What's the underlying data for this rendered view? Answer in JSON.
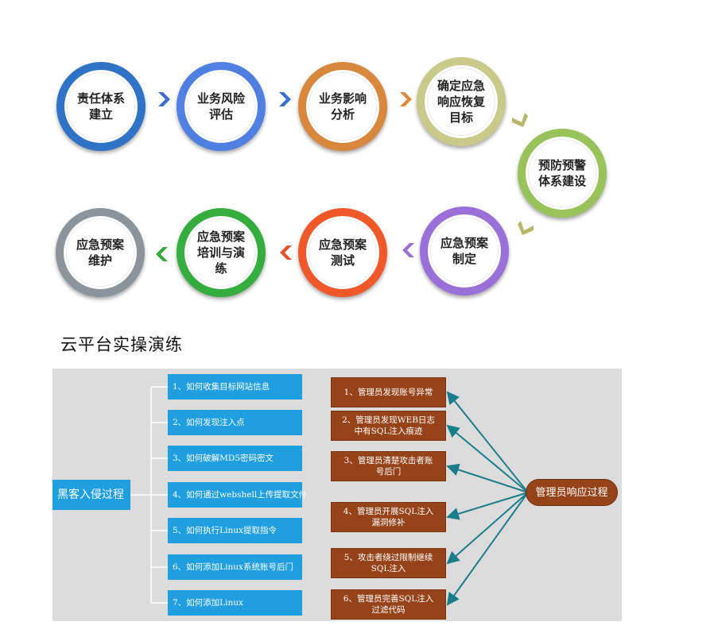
{
  "flow": {
    "steps": [
      {
        "label": "责任体系\n建立",
        "color": "#2f73c6"
      },
      {
        "label": "业务风险\n评估",
        "color": "#4f7fe0"
      },
      {
        "label": "业务影响\n分析",
        "color": "#d8883c"
      },
      {
        "label": "确定应急\n响应恢复\n目标",
        "color": "#c9c98a"
      },
      {
        "label": "预防预警\n体系建设",
        "color": "#98c25a"
      },
      {
        "label": "应急预案\n制定",
        "color": "#9b6fd8"
      },
      {
        "label": "应急预案\n测试",
        "color": "#f0582a"
      },
      {
        "label": "应急预案\n培训与演\n练",
        "color": "#35ad3e"
      },
      {
        "label": "应急预案\n维护",
        "color": "#8a949c"
      }
    ]
  },
  "subtitle": "云平台实操演练",
  "hacker": {
    "label": "黑客入侵过程",
    "items": [
      "1、如何收集目标网站信息",
      "2、如何发现注入点",
      "3、如何破解MD5密码密文",
      "4、如何通过webshell上传提取文件",
      "5、如何执行Linux提取指令",
      "6、如何添加Linux系统账号后门",
      "7、如何添加Linux"
    ]
  },
  "admin": {
    "label": "管理员响应过程",
    "items": [
      "1、管理员发现账号异常",
      "2、管理员发现WEB日志\n中有SQL注入痕迹",
      "3、管理员清楚攻击者账\n号后门",
      "4、管理员开展SQL注入\n漏洞修补",
      "5、攻击者绕过限制继续\nSQL注入",
      "6、管理员完善SQL注入\n过滤代码"
    ]
  },
  "colors": {
    "arrow_blue": "#3a6fd0",
    "arrow_orange": "#e0883a",
    "arrow_olive": "#b7b76a",
    "arrow_purple": "#9b6fd8",
    "arrow_red": "#e8502a",
    "arrow_green": "#35ad3e",
    "connector": "#1a7d8c"
  }
}
